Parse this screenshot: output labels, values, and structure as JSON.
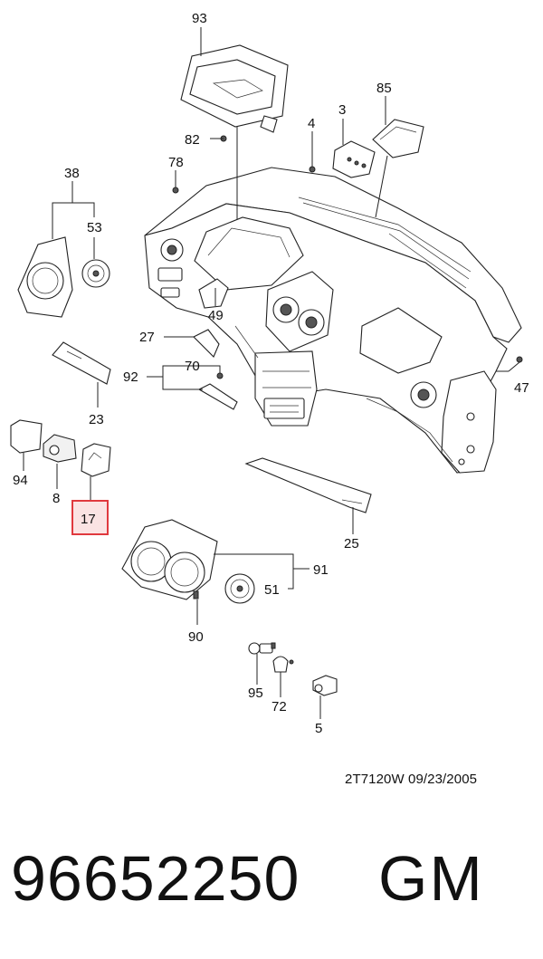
{
  "diagram": {
    "callouts": {
      "93": "93",
      "82": "82",
      "4": "4",
      "3": "3",
      "85": "85",
      "78": "78",
      "38": "38",
      "53": "53",
      "49": "49",
      "27": "27",
      "70": "70",
      "92": "92",
      "47": "47",
      "23": "23",
      "94": "94",
      "8": "8",
      "17": "17",
      "25": "25",
      "91": "91",
      "51": "51",
      "90": "90",
      "95": "95",
      "72": "72",
      "5": "5"
    },
    "highlighted_callout": "17",
    "highlight_color": "#e0393e",
    "highlight_fill": "#fbe3e3"
  },
  "footer": {
    "drawing_code": "2T7120W  09/23/2005",
    "part_number": "96652250",
    "brand": "GM"
  }
}
